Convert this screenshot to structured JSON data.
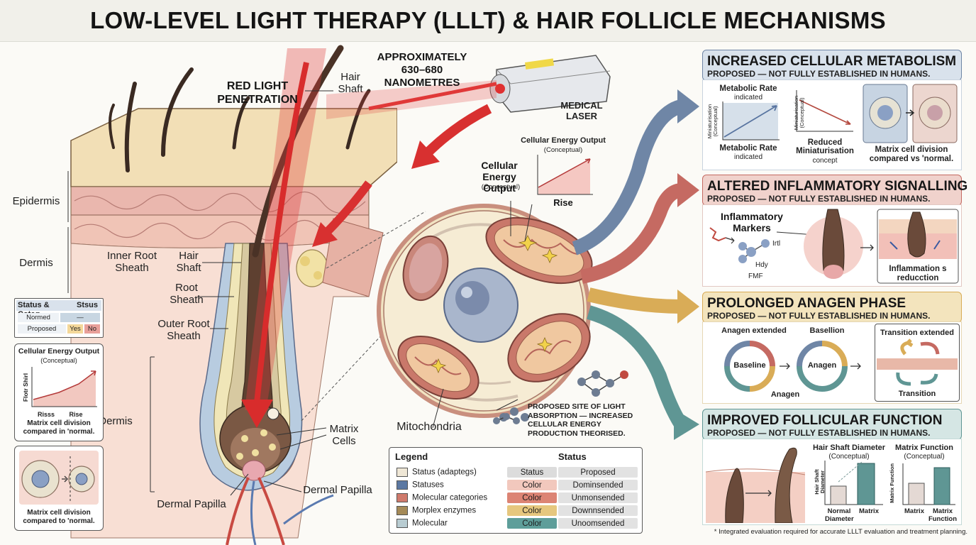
{
  "title": "LOW-LEVEL LIGHT THERAPY (LLLT) & HAIR FOLLICLE MECHANISMS",
  "left": {
    "layers": {
      "epidermis": "Epidermis",
      "dermis_top": "Dermis",
      "dermis_low": "Dermis"
    },
    "labels": {
      "red_light": "RED LIGHT PENETRATION",
      "hair_shaft_top": "Hair Shaft",
      "inner_root": "Inner Root Sheath",
      "hair_shaft_mid": "Hair Shaft",
      "root_sheath": "Root Sheath",
      "outer_root": "Outer Root Sheath",
      "matrix_cells": "Matrix Cells",
      "dermal_papilla_a": "Dermal Papilla",
      "dermal_papilla_b": "Dermal Papilla"
    },
    "status_box": {
      "header_a": "Status & Coteg",
      "header_b": "Stsus",
      "row1_label": "Normed",
      "row1_value": "—",
      "row2_label": "Proposed",
      "row2_yes": "Yes",
      "row2_no": "No"
    },
    "energy_box": {
      "title": "Cellular Energy Output",
      "subtitle": "(Conceptual)",
      "y_label": "Flotr Shirl",
      "x1": "Risss",
      "x2": "Rise",
      "caption": "Matrix cell division compared in 'normal."
    },
    "division_box": {
      "caption": "Matrix cell division compared to 'normal."
    }
  },
  "center": {
    "wavelength": "APPROXIMATELY 630–680 NANOMETRES",
    "laser": "MEDICAL LASER",
    "energy_chart": {
      "title": "Cellular Energy Output",
      "subtitle": "(Conceptual)"
    },
    "cell_label": {
      "line1": "Cellular Energy Output",
      "line2": "(Conceptual)"
    },
    "rise": "Rise",
    "mitochondria": "Mitochondria",
    "absorption_note": "PROPOSED SITE OF LIGHT ABSORPTION — INCREASED CELLULAR ENERGY PRODUCTION THEORISED."
  },
  "legend": {
    "header_a": "Legend",
    "header_b": "Status",
    "rows": [
      {
        "name": "Status (adaptegs)",
        "status": "Status",
        "value": "Proposed",
        "swatch": "#efe7d6",
        "color": "#dcdcdc"
      },
      {
        "name": "Statuses",
        "status": "Color",
        "value": "Dominsended",
        "swatch": "#5c78a2",
        "color": "#f2c8bd"
      },
      {
        "name": "Molecular categories",
        "status": "Color",
        "value": "Unmonsended",
        "swatch": "#cf7a6c",
        "color": "#dc8474"
      },
      {
        "name": "Morplex enzymes",
        "status": "Color",
        "value": "Downnsended",
        "swatch": "#a58a58",
        "color": "#e6c77e"
      },
      {
        "name": "Molecular",
        "status": "Color",
        "value": "Unoomsended",
        "swatch": "#b8ccd2",
        "color": "#5e9e9a"
      }
    ]
  },
  "panels": [
    {
      "title": "INCREASED CELLULAR METABOLISM",
      "subtitle": "PROPOSED — NOT FULLY ESTABLISHED IN HUMANS.",
      "bg": "#d9e2ec",
      "arrow": "#6f86a6"
    },
    {
      "title": "ALTERED INFLAMMATORY SIGNALLING",
      "subtitle": "PROPOSED — NOT FULLY ESTABLISHED IN HUMANS.",
      "bg": "#f0d2cc",
      "arrow": "#c56a62"
    },
    {
      "title": "PROLONGED ANAGEN PHASE",
      "subtitle": "PROPOSED — NOT FULLY ESTABLISHED IN HUMANS.",
      "bg": "#f3e4bd",
      "arrow": "#d9ac57"
    },
    {
      "title": "IMPROVED FOLLICULAR FUNCTION",
      "subtitle": "PROPOSED — NOT FULLY ESTABLISHED IN HUMANS.",
      "bg": "#d5e6e4",
      "arrow": "#5f9694"
    }
  ],
  "p1": {
    "chart1_title": "Metabolic Rate",
    "chart1_sub": "indicated",
    "chart1_y": "Miniaturisation (Conceptual)",
    "chart1_cap1": "Metabolic Rate",
    "chart1_cap2": "indicated",
    "chart2_y": "Miniaturisation (Conceptual)",
    "chart2_cap1": "Reduced",
    "chart2_cap2": "Miniaturisation",
    "chart2_cap3": "concept",
    "cells_cap1": "Matrix cell division",
    "cells_cap2": "compared vs 'normal."
  },
  "p2": {
    "markers_1": "Inflammatory",
    "markers_2": "Markers",
    "m1": "Irtl",
    "m2": "Hdy",
    "m3": "FMF",
    "reduction_1": "Inflammation s",
    "reduction_2": "reducction"
  },
  "p3": {
    "anagen_ext": "Anagen extended",
    "basellion": "Basellion",
    "baseline": "Baseline",
    "anagen_mid": "Anagen",
    "anagen_low": "Anagen",
    "transition_ext": "Transition extended",
    "transition": "Transition"
  },
  "p4": {
    "hs_title": "Hair Shaft Diameter",
    "hs_sub": "(Conceptual)",
    "hs_y": "Hair Shaft Diameter",
    "hs_x1": "Normal Diameter",
    "hs_x2": "Matrix",
    "mf_title": "Matrix Function",
    "mf_sub": "(Conceptual)",
    "mf_y": "Matrix Function",
    "mf_x1": "Matrix",
    "mf_x2": "Matrix Function"
  },
  "footnote": "* Integrated evaluation required for accurate LLLT evaluation and treatment planning."
}
